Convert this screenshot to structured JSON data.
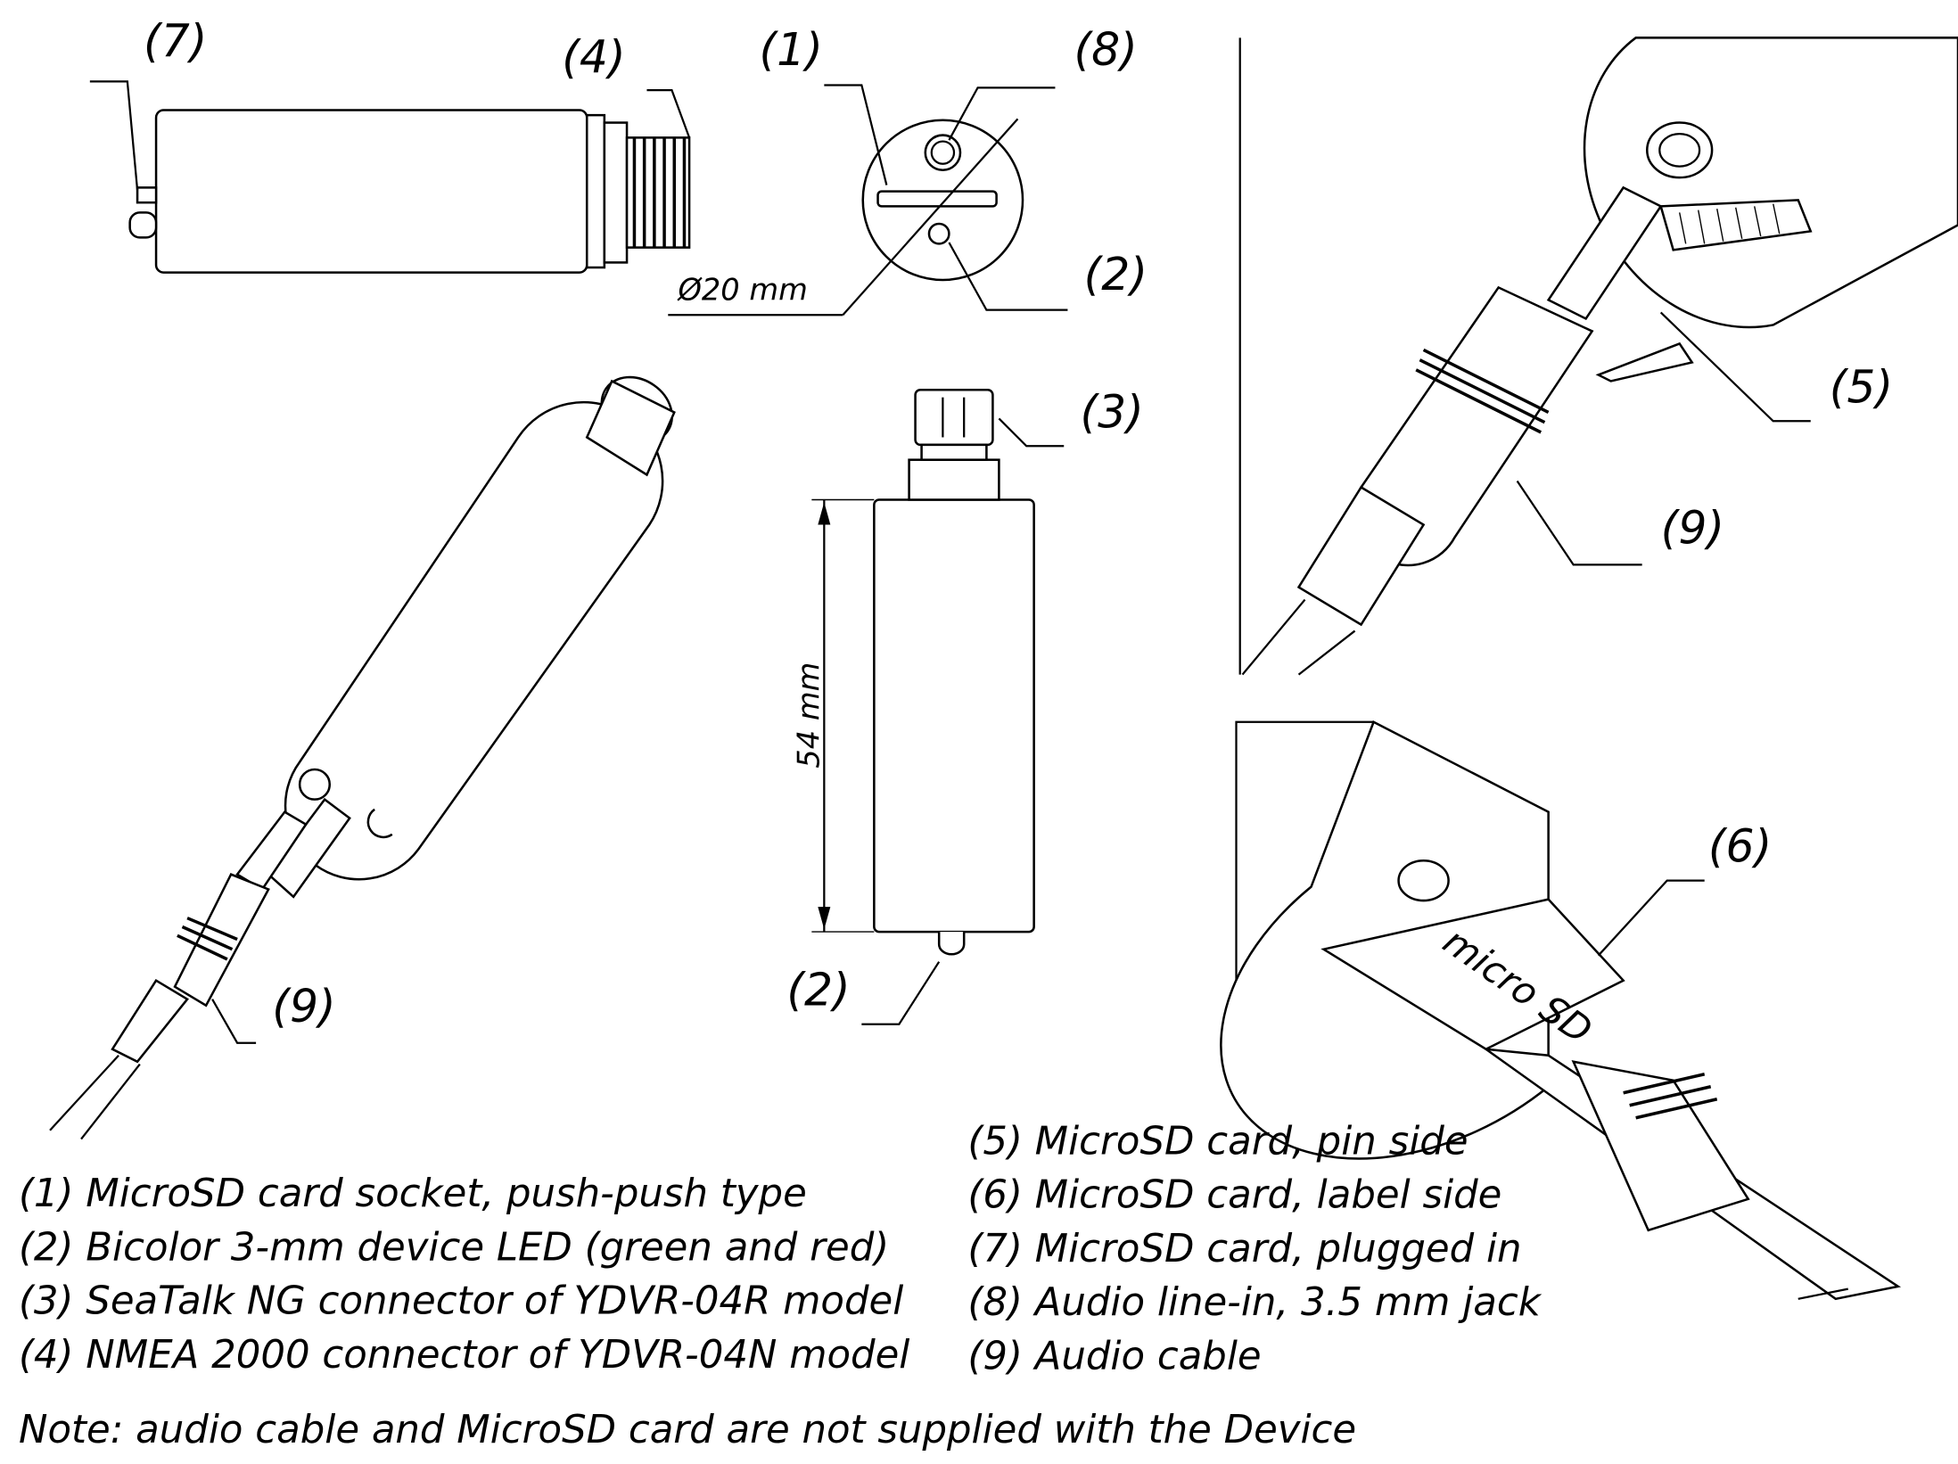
{
  "callouts": {
    "top_side_7": "(7)",
    "top_side_4": "(4)",
    "end_view_1": "(1)",
    "end_view_8": "(8)",
    "end_view_2": "(2)",
    "diameter": "Ø20 mm",
    "front_3": "(3)",
    "length": "54 mm",
    "front_2": "(2)",
    "iso_9": "(9)",
    "detail_5": "(5)",
    "detail_9": "(9)",
    "detail_6": "(6)"
  },
  "legend_left": [
    "(1) MicroSD card socket, push-push type",
    "(2) Bicolor 3-mm device LED (green and red)",
    "(3) SeaTalk NG connector of YDVR-04R model",
    "(4) NMEA 2000 connector of YDVR-04N model"
  ],
  "legend_right": [
    "(5) MicroSD card, pin side",
    "(6) MicroSD card, label side",
    "(7) MicroSD card, plugged in",
    "(8) Audio line-in, 3.5 mm jack",
    "(9) Audio cable"
  ],
  "note": "Note: audio cable and MicroSD card are not supplied with the Device",
  "card_logo": "micro SD"
}
